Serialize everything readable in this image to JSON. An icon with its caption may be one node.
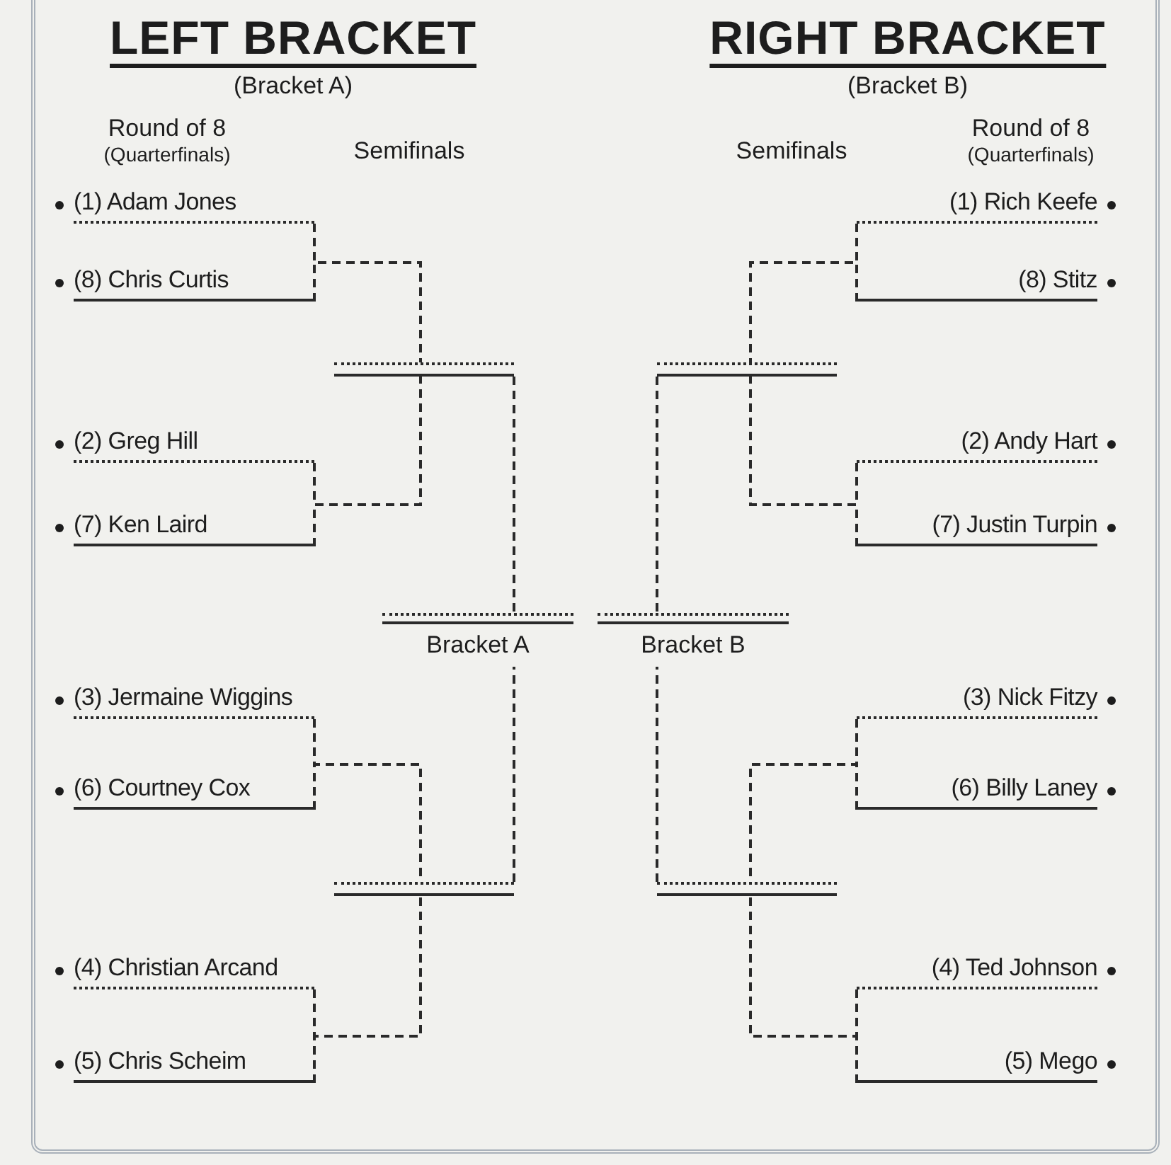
{
  "diagram": {
    "nodes": [
      {
        "text": [
          "(1) Adam Jones"
        ]
      },
      {
        "text": [
          "(8) Chris Curtis"
        ]
      },
      {
        "text": [
          "(2) Greg Hill"
        ]
      },
      {
        "text": [
          "(7) Ken Laird"
        ]
      },
      {
        "text": [
          "(3) Jermaine Wiggins"
        ]
      },
      {
        "text": [
          "(6) Courtney Cox"
        ]
      },
      {
        "text": [
          "(4) Christian Arcand"
        ]
      },
      {
        "text": [
          "(5) Chris Scheim"
        ]
      },
      {
        "text": [
          "(1) Rich Keefe"
        ]
      },
      {
        "text": [
          "(8) Stitz"
        ]
      },
      {
        "text": [
          "(2) Andy Hart"
        ]
      },
      {
        "text": [
          "(7) Justin Turpin"
        ]
      },
      {
        "text": [
          "(3) Nick Fitzy"
        ]
      },
      {
        "text": [
          "(6) Billy Laney"
        ]
      },
      {
        "text": [
          "(4) Ted Johnson"
        ]
      },
      {
        "text": [
          "(5) Mego"
        ]
      },
      {
        "text": [],
        "shape": "bar"
      },
      {
        "text": [],
        "shape": "bar"
      },
      {
        "text": [],
        "shape": "bar"
      },
      {
        "text": [],
        "shape": "bar"
      },
      {
        "text": [
          "Bracket A"
        ]
      },
      {
        "text": [
          "Bracket B"
        ]
      }
    ],
    "edges": [
      {
        "from": 0,
        "to": 16,
        "arrow": "none",
        "style": "dashed"
      },
      {
        "from": 1,
        "to": 16,
        "arrow": "none",
        "style": "dashed"
      },
      {
        "from": 2,
        "to": 16,
        "arrow": "none",
        "style": "dashed"
      },
      {
        "from": 3,
        "to": 16,
        "arrow": "none",
        "style": "dashed"
      },
      {
        "from": 4,
        "to": 17,
        "arrow": "none",
        "style": "dashed"
      },
      {
        "from": 5,
        "to": 17,
        "arrow": "none",
        "style": "dashed"
      },
      {
        "from": 6,
        "to": 17,
        "arrow": "none",
        "style": "dashed"
      },
      {
        "from": 7,
        "to": 17,
        "arrow": "none",
        "style": "dashed"
      },
      {
        "from": 8,
        "to": 18,
        "arrow": "none",
        "style": "dashed"
      },
      {
        "from": 9,
        "to": 18,
        "arrow": "none",
        "style": "dashed"
      },
      {
        "from": 10,
        "to": 18,
        "arrow": "none",
        "style": "dashed"
      },
      {
        "from": 11,
        "to": 18,
        "arrow": "none",
        "style": "dashed"
      },
      {
        "from": 12,
        "to": 19,
        "arrow": "none",
        "style": "dashed"
      },
      {
        "from": 13,
        "to": 19,
        "arrow": "none",
        "style": "dashed"
      },
      {
        "from": 14,
        "to": 19,
        "arrow": "none",
        "style": "dashed"
      },
      {
        "from": 15,
        "to": 19,
        "arrow": "none",
        "style": "dashed"
      },
      {
        "from": 16,
        "to": 20,
        "arrow": "none",
        "style": "dashed"
      },
      {
        "from": 17,
        "to": 20,
        "arrow": "none",
        "style": "dashed"
      },
      {
        "from": 18,
        "to": 21,
        "arrow": "none",
        "style": "dashed"
      },
      {
        "from": 19,
        "to": 21,
        "arrow": "none",
        "style": "dashed"
      }
    ],
    "labels": [
      "LEFT BRACKET",
      "RIGHT BRACKET",
      "(Bracket A)",
      "(Bracket B)",
      "Round of 8",
      "(Quarterfinals)",
      "Semifinals",
      "Semifinals",
      "Round of 8",
      "(Quarterfinals)"
    ]
  }
}
